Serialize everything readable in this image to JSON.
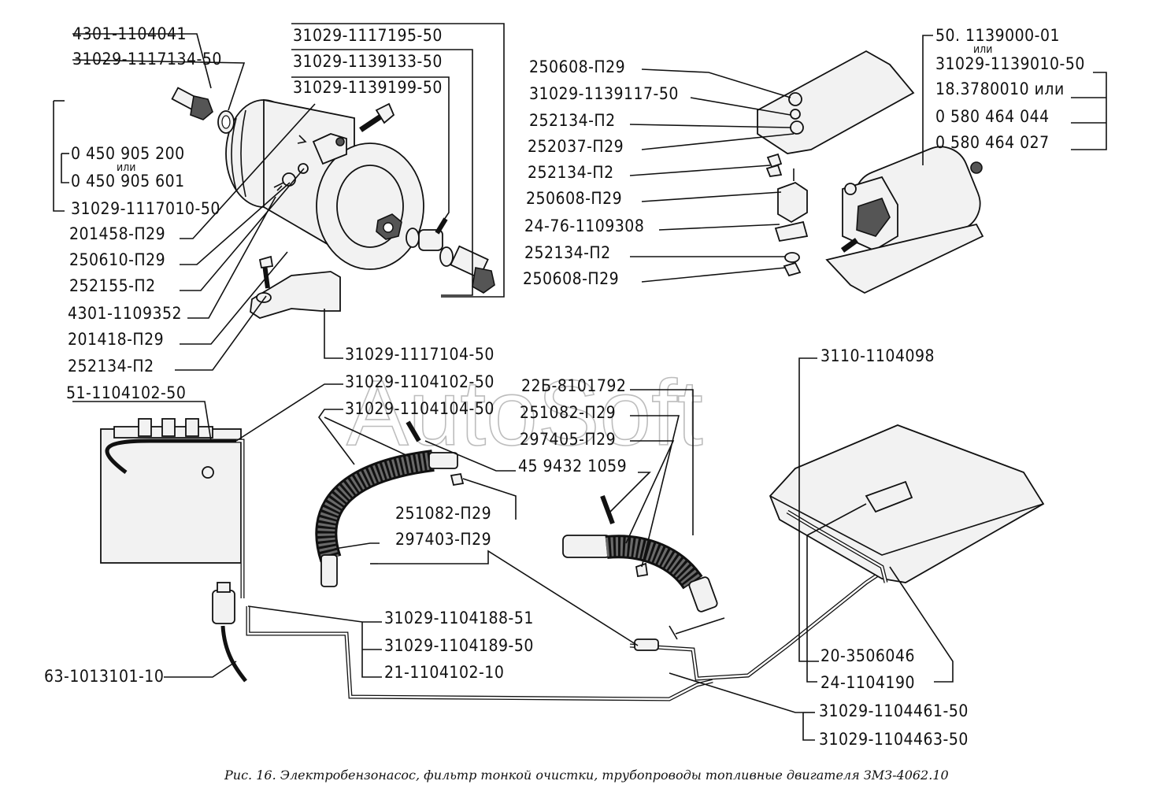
{
  "caption": "Рис. 16. Электробензонасос, фильтр тонкой очистки, трубопроводы топливные двигателя ЗМЗ-4062.10",
  "watermark": "AutoSoft",
  "or_word": "или",
  "labels": {
    "p4301_1104041": "4301-1104041",
    "p31029_1117134_50": "31029-1117134-50",
    "p0_450_905_200": "0 450 905 200",
    "p0_450_905_601": "0 450 905 601",
    "p31029_1117010_50": "31029-1117010-50",
    "p31029_1117195_50": "31029-1117195-50",
    "p31029_1139133_50": "31029-1139133-50",
    "p31029_1139199_50": "31029-1139199-50",
    "p201458_P29": "201458-П29",
    "p250610_P29": "250610-П29",
    "p252155_P2": "252155-П2",
    "p4301_1109352": "4301-1109352",
    "p201418_P29": "201418-П29",
    "p252134_P2_left": "252134-П2",
    "p31029_1117104_50": "31029-1117104-50",
    "p50_1139000_01": "50. 1139000-01",
    "p31029_1139010_50": "31029-1139010-50",
    "p18_3780010": "18.3780010 или",
    "p0_580_464_044": "0 580 464 044",
    "p0_580_464_027": "0 580 464 027",
    "p250608_P29_a": "250608-П29",
    "p31029_1139117_50": "31029-1139117-50",
    "p252134_P2_a": "252134-П2",
    "p252037_P29": "252037-П29",
    "p252134_P2_b": "252134-П2",
    "p250608_P29_b": "250608-П29",
    "p24_76_1109308": "24-76-1109308",
    "p252134_P2_c": "252134-П2",
    "p250608_P29_c": "250608-П29",
    "p31029_1104102_50": "31029-1104102-50",
    "p31029_1104104_50": "31029-1104104-50",
    "p51_1104102_50": "51-1104102-50",
    "p22B_8101792": "22Б-8101792",
    "p251082_P29_a": "251082-П29",
    "p297405_P29": "297405-П29",
    "p45_9432_1059": "45 9432 1059",
    "p251082_P29_b": "251082-П29",
    "p297403_P29": "297403-П29",
    "p3110_1104098": "3110-1104098",
    "p31029_1104188_51": "31029-1104188-51",
    "p31029_1104189_50": "31029-1104189-50",
    "p21_1104102_10": "21-1104102-10",
    "p63_1013101_10": "63-1013101-10",
    "p20_3506046": "20-3506046",
    "p24_1104190": "24-1104190",
    "p31029_1104461_50": "31029-1104461-50",
    "p31029_1104463_50": "31029-1104463-50"
  }
}
